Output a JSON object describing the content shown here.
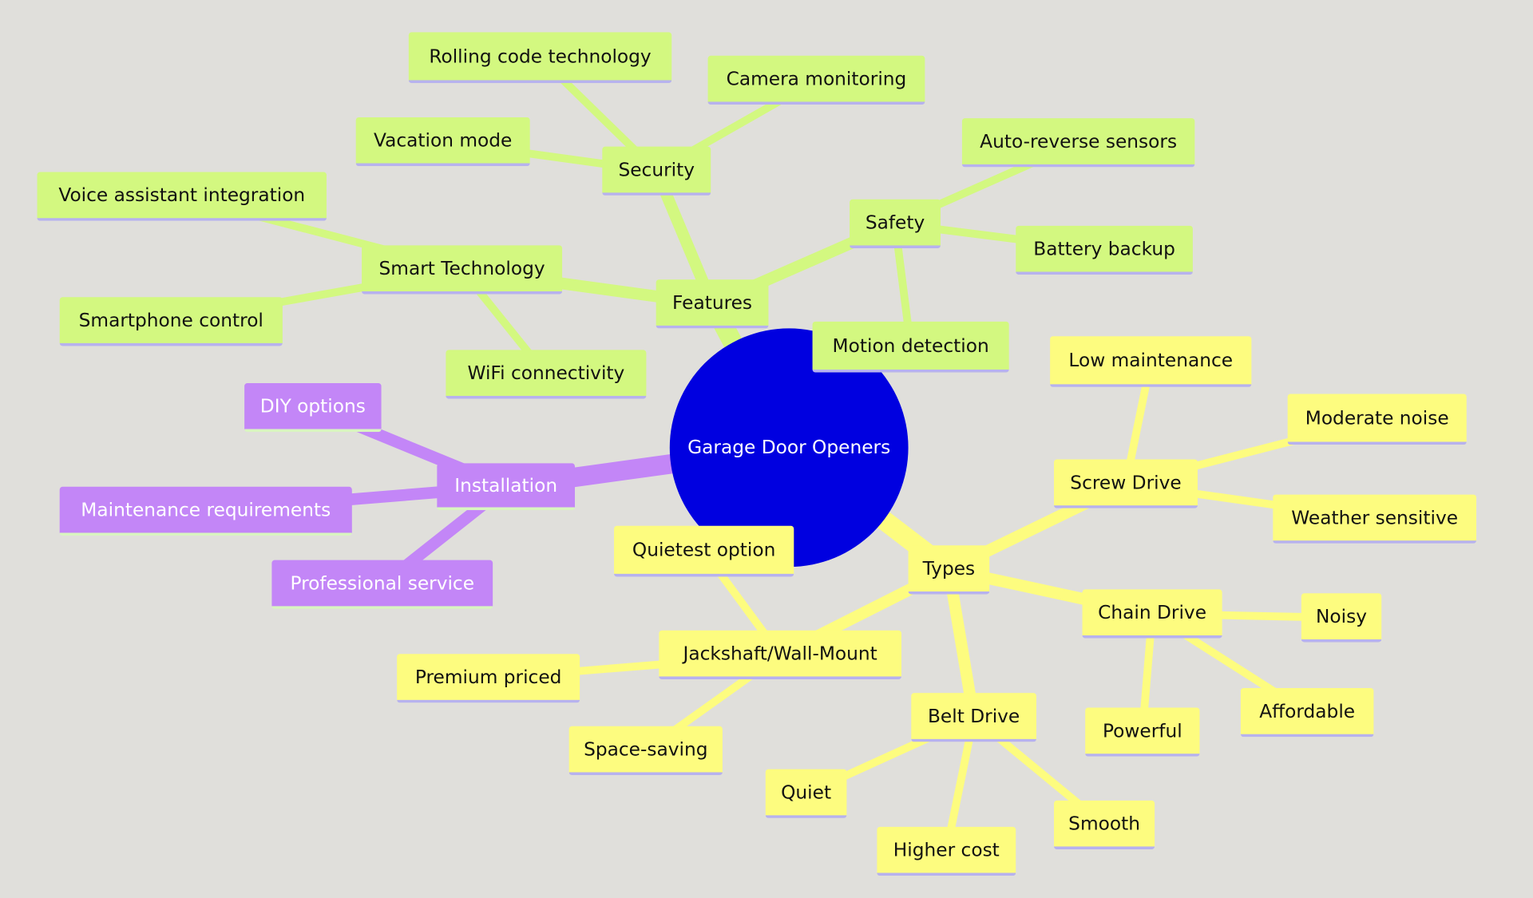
{
  "root": {
    "label": "Garage Door Openers"
  },
  "colors": {
    "background": "#e0dfdb",
    "root": "#0000e0",
    "features": "#d3f880",
    "installation": "#c386f7",
    "types": "#fdfc7f"
  },
  "branches": [
    {
      "id": "features",
      "label": "Features",
      "color": "green",
      "children": [
        {
          "id": "security",
          "label": "Security",
          "children": [
            {
              "id": "rolling",
              "label": "Rolling code technology"
            },
            {
              "id": "camera",
              "label": "Camera monitoring"
            },
            {
              "id": "vacation",
              "label": "Vacation mode"
            }
          ]
        },
        {
          "id": "safety",
          "label": "Safety",
          "children": [
            {
              "id": "autorev",
              "label": "Auto-reverse sensors"
            },
            {
              "id": "battery",
              "label": "Battery backup"
            },
            {
              "id": "motion",
              "label": "Motion detection"
            }
          ]
        },
        {
          "id": "smart",
          "label": "Smart Technology",
          "children": [
            {
              "id": "voice",
              "label": "Voice assistant integration"
            },
            {
              "id": "phone",
              "label": "Smartphone control"
            },
            {
              "id": "wifi",
              "label": "WiFi connectivity"
            }
          ]
        }
      ]
    },
    {
      "id": "installation",
      "label": "Installation",
      "color": "purple",
      "children": [
        {
          "id": "diy",
          "label": "DIY options"
        },
        {
          "id": "maint",
          "label": "Maintenance requirements"
        },
        {
          "id": "pro",
          "label": "Professional service"
        }
      ]
    },
    {
      "id": "types",
      "label": "Types",
      "color": "yellow",
      "children": [
        {
          "id": "screw",
          "label": "Screw Drive",
          "children": [
            {
              "id": "lowmaint",
              "label": "Low maintenance"
            },
            {
              "id": "modnoise",
              "label": "Moderate noise"
            },
            {
              "id": "weather",
              "label": "Weather sensitive"
            }
          ]
        },
        {
          "id": "chain",
          "label": "Chain Drive",
          "children": [
            {
              "id": "noisy",
              "label": "Noisy"
            },
            {
              "id": "powerful",
              "label": "Powerful"
            },
            {
              "id": "affordable",
              "label": "Affordable"
            }
          ]
        },
        {
          "id": "belt",
          "label": "Belt Drive",
          "children": [
            {
              "id": "quiet",
              "label": "Quiet"
            },
            {
              "id": "higher",
              "label": "Higher cost"
            },
            {
              "id": "smooth",
              "label": "Smooth"
            }
          ]
        },
        {
          "id": "jack",
          "label": "Jackshaft/Wall-Mount",
          "children": [
            {
              "id": "quietest",
              "label": "Quietest option"
            },
            {
              "id": "premium",
              "label": "Premium priced"
            },
            {
              "id": "space",
              "label": "Space-saving"
            }
          ]
        }
      ]
    }
  ]
}
